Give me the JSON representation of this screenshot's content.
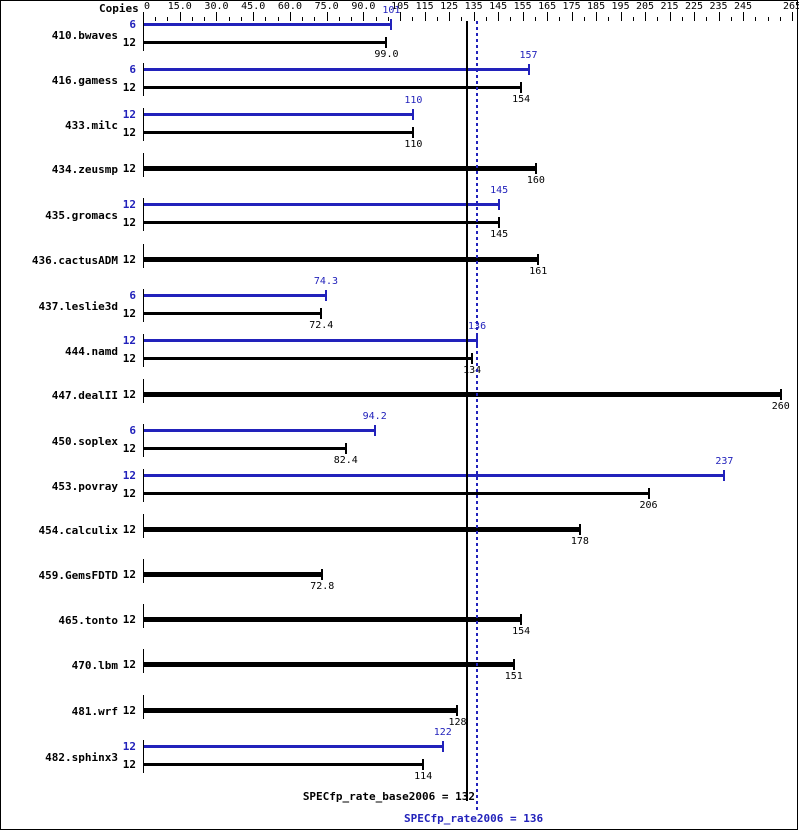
{
  "header": {
    "copies_label": "Copies"
  },
  "colors": {
    "peak": "#2222bb",
    "base": "#000000",
    "background": "#ffffff"
  },
  "footer": {
    "base_text": "SPECfp_rate_base2006 = 132",
    "peak_text": "SPECfp_rate2006 = 136"
  },
  "chart_data": {
    "type": "bar",
    "title": "",
    "xlabel": "",
    "ylabel": "",
    "orientation": "horizontal",
    "xlim": [
      0,
      265
    ],
    "grid": false,
    "legend": "none",
    "major_tick_step": 15,
    "minor_tick_step": 5,
    "tick_labels": [
      "0",
      "15.0",
      "30.0",
      "45.0",
      "60.0",
      "75.0",
      "90.0",
      "105",
      "115",
      "125",
      "135",
      "145",
      "155",
      "165",
      "175",
      "185",
      "195",
      "205",
      "215",
      "225",
      "235",
      "245",
      "265"
    ],
    "tick_values": [
      0,
      15,
      30,
      45,
      60,
      75,
      90,
      105,
      115,
      125,
      135,
      145,
      155,
      165,
      175,
      185,
      195,
      205,
      215,
      225,
      235,
      245,
      265
    ],
    "reference_lines": [
      {
        "name": "SPECfp_rate_base2006",
        "value": 132,
        "style": "solid",
        "color": "#000000"
      },
      {
        "name": "SPECfp_rate2006",
        "value": 136,
        "style": "dotted",
        "color": "#2222bb"
      }
    ],
    "series": [
      {
        "name": "peak",
        "color": "#2222bb"
      },
      {
        "name": "base",
        "color": "#000000"
      }
    ],
    "categories": [
      "410.bwaves",
      "416.gamess",
      "433.milc",
      "434.zeusmp",
      "435.gromacs",
      "436.cactusADM",
      "437.leslie3d",
      "444.namd",
      "447.dealII",
      "450.soplex",
      "453.povray",
      "454.calculix",
      "459.GemsFDTD",
      "465.tonto",
      "470.lbm",
      "481.wrf",
      "482.sphinx3"
    ],
    "rows": [
      {
        "benchmark": "410.bwaves",
        "peak": {
          "copies": "6",
          "value": 101,
          "label": "101"
        },
        "base": {
          "copies": "12",
          "value": 99.0,
          "label": "99.0"
        }
      },
      {
        "benchmark": "416.gamess",
        "peak": {
          "copies": "6",
          "value": 157,
          "label": "157"
        },
        "base": {
          "copies": "12",
          "value": 154,
          "label": "154"
        }
      },
      {
        "benchmark": "433.milc",
        "peak": {
          "copies": "12",
          "value": 110,
          "label": "110"
        },
        "base": {
          "copies": "12",
          "value": 110,
          "label": "110"
        }
      },
      {
        "benchmark": "434.zeusmp",
        "peak": null,
        "base": {
          "copies": "12",
          "value": 160,
          "label": "160"
        }
      },
      {
        "benchmark": "435.gromacs",
        "peak": {
          "copies": "12",
          "value": 145,
          "label": "145"
        },
        "base": {
          "copies": "12",
          "value": 145,
          "label": "145"
        }
      },
      {
        "benchmark": "436.cactusADM",
        "peak": null,
        "base": {
          "copies": "12",
          "value": 161,
          "label": "161"
        }
      },
      {
        "benchmark": "437.leslie3d",
        "peak": {
          "copies": "6",
          "value": 74.3,
          "label": "74.3"
        },
        "base": {
          "copies": "12",
          "value": 72.4,
          "label": "72.4"
        }
      },
      {
        "benchmark": "444.namd",
        "peak": {
          "copies": "12",
          "value": 136,
          "label": "136"
        },
        "base": {
          "copies": "12",
          "value": 134,
          "label": "134"
        }
      },
      {
        "benchmark": "447.dealII",
        "peak": null,
        "base": {
          "copies": "12",
          "value": 260,
          "label": "260"
        }
      },
      {
        "benchmark": "450.soplex",
        "peak": {
          "copies": "6",
          "value": 94.2,
          "label": "94.2"
        },
        "base": {
          "copies": "12",
          "value": 82.4,
          "label": "82.4"
        }
      },
      {
        "benchmark": "453.povray",
        "peak": {
          "copies": "12",
          "value": 237,
          "label": "237"
        },
        "base": {
          "copies": "12",
          "value": 206,
          "label": "206"
        }
      },
      {
        "benchmark": "454.calculix",
        "peak": null,
        "base": {
          "copies": "12",
          "value": 178,
          "label": "178"
        }
      },
      {
        "benchmark": "459.GemsFDTD",
        "peak": null,
        "base": {
          "copies": "12",
          "value": 72.8,
          "label": "72.8"
        }
      },
      {
        "benchmark": "465.tonto",
        "peak": null,
        "base": {
          "copies": "12",
          "value": 154,
          "label": "154"
        }
      },
      {
        "benchmark": "470.lbm",
        "peak": null,
        "base": {
          "copies": "12",
          "value": 151,
          "label": "151"
        }
      },
      {
        "benchmark": "481.wrf",
        "peak": null,
        "base": {
          "copies": "12",
          "value": 128,
          "label": "128"
        }
      },
      {
        "benchmark": "482.sphinx3",
        "peak": {
          "copies": "12",
          "value": 122,
          "label": "122"
        },
        "base": {
          "copies": "12",
          "value": 114,
          "label": "114"
        }
      }
    ]
  }
}
